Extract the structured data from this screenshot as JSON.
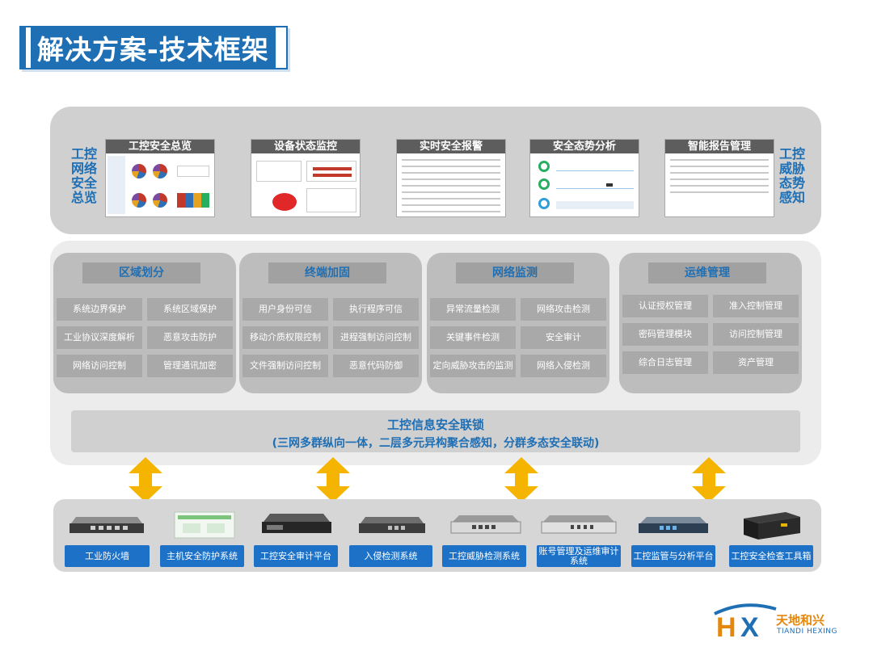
{
  "title": "解决方案-技术框架",
  "overview": {
    "left_label": "工控网络安全总览",
    "right_label": "工控威胁态势感知",
    "screens": [
      {
        "title": "工控安全总览"
      },
      {
        "title": "设备状态监控"
      },
      {
        "title": "实时安全报警"
      },
      {
        "title": "安全态势分析"
      },
      {
        "title": "智能报告管理"
      }
    ]
  },
  "groups": [
    {
      "title": "区域划分",
      "items": [
        "系统边界保护",
        "系统区域保护",
        "工业协议深度解析",
        "恶意攻击防护",
        "网络访问控制",
        "管理通讯加密"
      ]
    },
    {
      "title": "终端加固",
      "items": [
        "用户身份可信",
        "执行程序可信",
        "移动介质权限控制",
        "进程强制访问控制",
        "文件强制访问控制",
        "恶意代码防御"
      ]
    },
    {
      "title": "网络监测",
      "items": [
        "异常流量检测",
        "网络攻击检测",
        "关键事件检测",
        "安全审计",
        "定向威胁攻击的监测",
        "网络入侵检测"
      ]
    },
    {
      "title": "运维管理",
      "items": [
        "认证授权管理",
        "准入控制管理",
        "密码管理模块",
        "访问控制管理",
        "综合日志管理",
        "资产管理"
      ]
    }
  ],
  "linkage": {
    "line1": "工控信息安全联锁",
    "line2": "(三网多群纵向一体，二层多元异构聚合感知，分群多态安全联动)"
  },
  "devices": [
    "工业防火墙",
    "主机安全防护系统",
    "工控安全审计平台",
    "入侵检测系统",
    "工控威胁检测系统",
    "账号管理及运维审计系统",
    "工控监管与分析平台",
    "工控安全检查工具箱"
  ],
  "logo": {
    "cn": "天地和兴",
    "en": "TIANDI HEXING"
  },
  "colors": {
    "accent": "#1f6fb5",
    "arrow": "#f5b400",
    "device_label": "#1d72c8"
  }
}
